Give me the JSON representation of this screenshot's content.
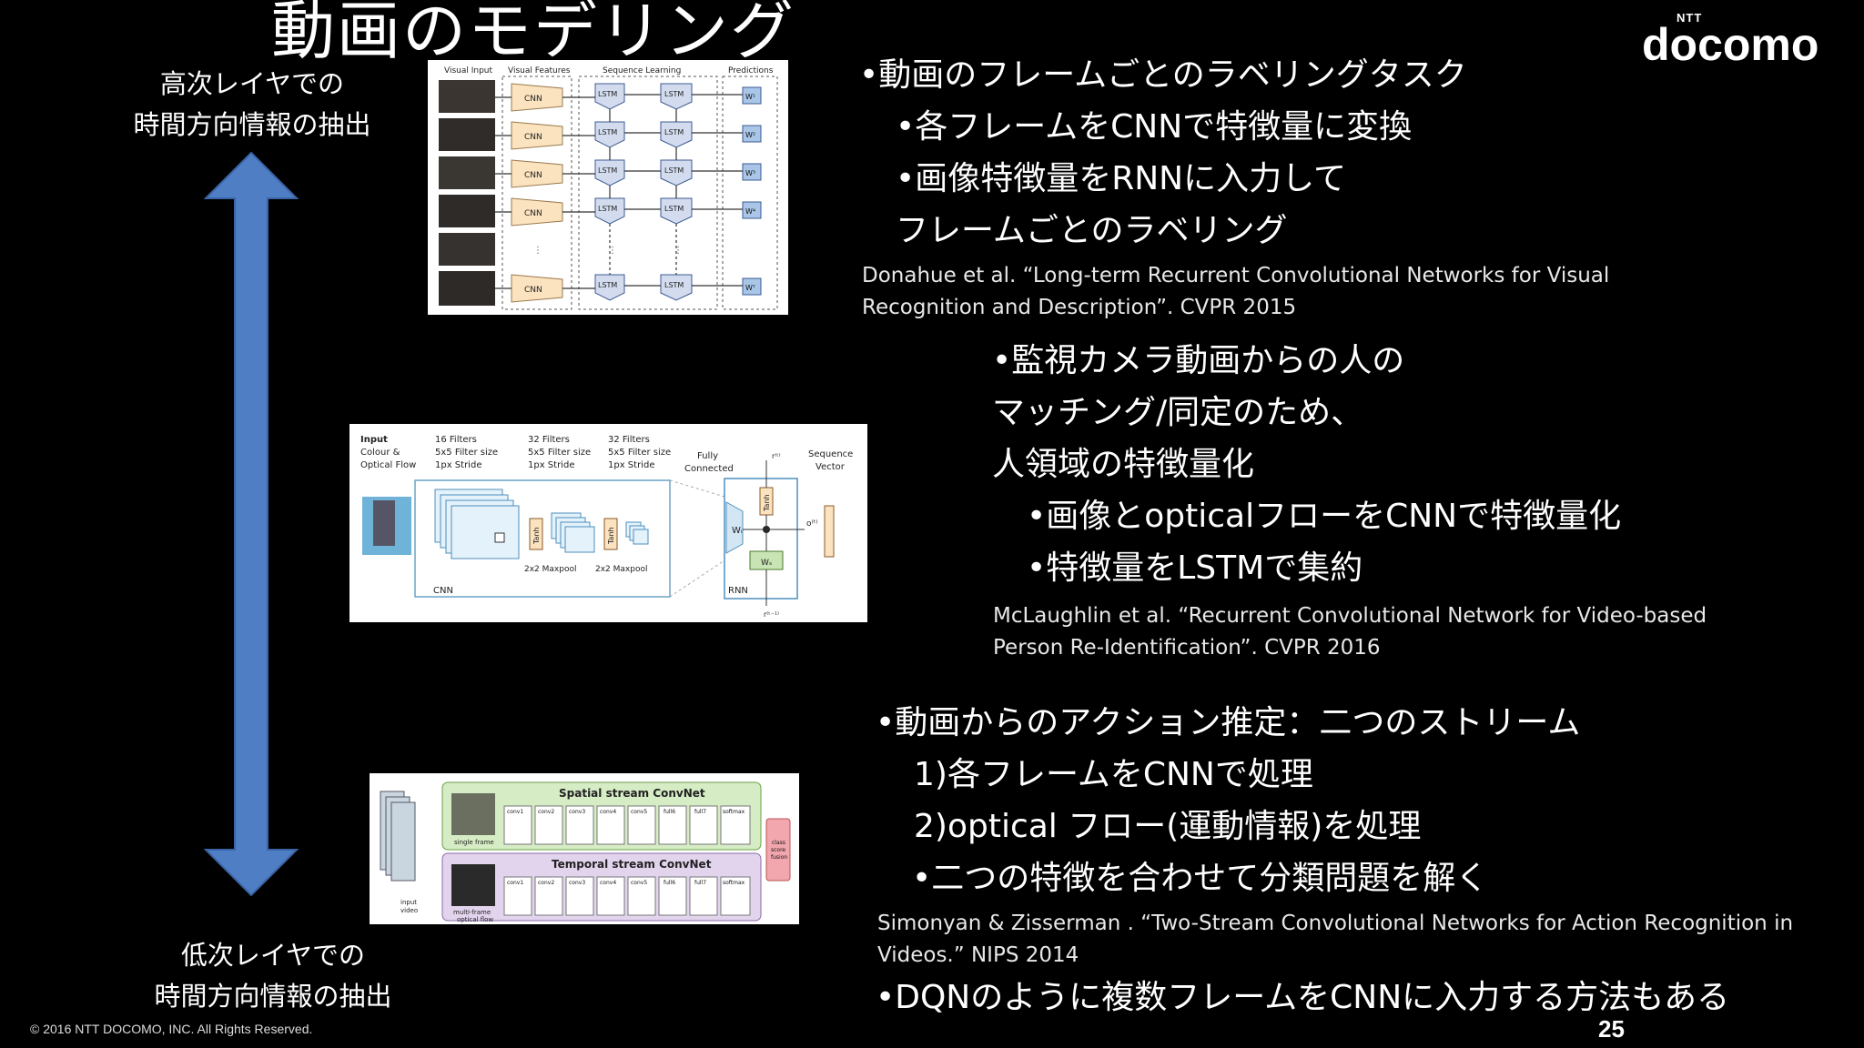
{
  "title": "動画のモデリング",
  "logo": {
    "small": "NTT",
    "word": "docomo"
  },
  "axis": {
    "top_label_1": "高次レイヤでの",
    "top_label_2": "時間方向情報の抽出",
    "bottom_label_1": "低次レイヤでの",
    "bottom_label_2": "時間方向情報の抽出",
    "arrow_color": "#4f7ec4"
  },
  "section1": {
    "bullets": [
      "•動画のフレームごとのラベリングタスク",
      "•各フレームをCNNで特徴量に変換",
      "•画像特徴量をRNNに入力して",
      "フレームごとのラベリング"
    ],
    "citation_1": "Donahue et al. “Long-term Recurrent Convolutional Networks for Visual",
    "citation_2": "Recognition and Description”. CVPR 2015",
    "figure": {
      "col_headers": [
        "Visual Input",
        "Visual Features",
        "Sequence Learning",
        "Predictions"
      ],
      "cnn_label": "CNN",
      "lstm_label": "LSTM",
      "outputs": [
        "W¹",
        "W²",
        "W³",
        "W⁴",
        "Wᵀ"
      ]
    }
  },
  "section2": {
    "bullets": [
      "•監視カメラ動画からの人の",
      "マッチング/同定のため、",
      "人領域の特徴量化",
      "•画像とopticalフローをCNNで特徴量化",
      "•特徴量をLSTMで集約"
    ],
    "citation_1": "McLaughlin et al. “Recurrent Convolutional Network for Video-based",
    "citation_2": "Person Re-Identification”.  CVPR 2016",
    "figure": {
      "input_label_1": "Input",
      "input_label_2": "Colour &",
      "input_label_3": "Optical Flow",
      "filters_1": "16  Filters",
      "filters_2": "32  Filters",
      "filters_3": "32  Filters",
      "fsize_1": "5x5 Filter size",
      "fsize_2": "5x5 Filter size",
      "fsize_3": "5x5 Filter size",
      "stride": "1px Stride",
      "fully_1": "Fully",
      "fully_2": "Connected",
      "seq_1": "Sequence",
      "seq_2": "Vector",
      "maxpool": "2x2 Maxpool",
      "cnn": "CNN",
      "rnn": "RNN",
      "tanh": "Tanh",
      "wi": "Wᵢ",
      "ws": "Wₛ",
      "ot": "o⁽ᵗ⁾",
      "rt": "r⁽ᵗ⁾",
      "rt1": "r⁽ᵗ⁻¹⁾"
    }
  },
  "section3": {
    "bullets": [
      "•動画からのアクション推定：二つのストリーム",
      "1)各フレームをCNNで処理",
      "2)optical フロー(運動情報)を処理",
      "•二つの特徴を合わせて分類問題を解く"
    ],
    "citation_1": "Simonyan & Zisserman . “Two-Stream Convolutional Networks for Action Recognition in",
    "citation_2": "Videos.” NIPS 2014",
    "last_bullet": "•DQNのように複数フレームをCNNに入力する方法もある",
    "figure": {
      "spatial_title": "Spatial stream ConvNet",
      "temporal_title": "Temporal stream ConvNet",
      "single_frame": "single frame",
      "multi_frame_1": "multi-frame",
      "multi_frame_2": "optical flow",
      "input_video_1": "input",
      "input_video_2": "video",
      "class_1": "class",
      "class_2": "score",
      "class_3": "fusion",
      "layers": [
        "conv1",
        "conv2",
        "conv3",
        "conv4",
        "conv5",
        "full6",
        "full7",
        "softmax"
      ],
      "spatial_color": "#d6ecc4",
      "temporal_color": "#e3d4ee",
      "fusion_color": "#f2a6ad"
    }
  },
  "footer": "© 2016 NTT DOCOMO, INC. All Rights Reserved.",
  "page_number": "25"
}
